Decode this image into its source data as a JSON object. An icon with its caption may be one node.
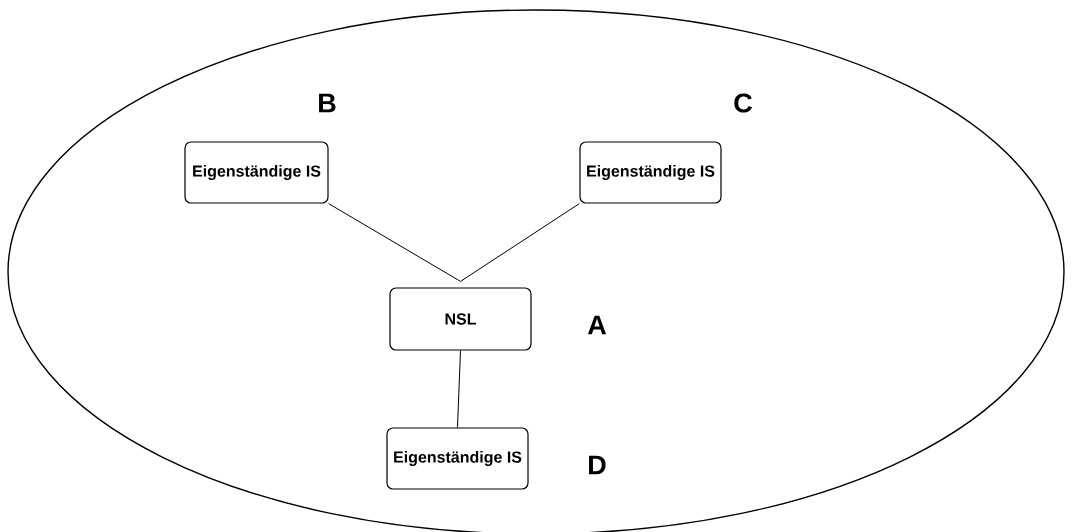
{
  "diagram": {
    "nodes": [
      {
        "text": [],
        "shape": "ellipse"
      },
      {
        "text": [
          "Eigenständige IS"
        ],
        "in": 0,
        "beside": [
          "B"
        ]
      },
      {
        "text": [
          "Eigenständige IS"
        ],
        "in": 0,
        "beside": [
          "C"
        ]
      },
      {
        "text": [
          "NSL"
        ],
        "in": 0,
        "beside": [
          "A"
        ]
      },
      {
        "text": [
          "Eigenständige IS"
        ],
        "in": 0,
        "beside": [
          "D"
        ]
      }
    ],
    "edges": [
      {
        "from": 1,
        "to": 3,
        "arrow": "none"
      },
      {
        "from": 2,
        "to": 3,
        "arrow": "none"
      },
      {
        "from": 3,
        "to": 4,
        "arrow": "none"
      }
    ]
  }
}
